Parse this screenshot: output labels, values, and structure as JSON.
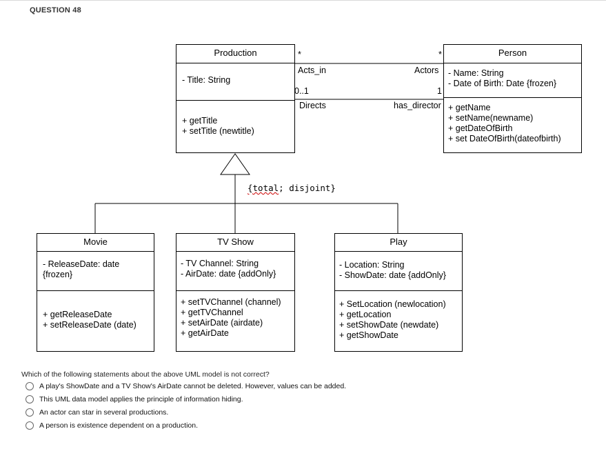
{
  "question_header": "QUESTION 48",
  "classes": {
    "production": {
      "name": "Production",
      "attributes": [
        "- Title: String"
      ],
      "methods": [
        "+ getTitle",
        "+ setTitle (newtitle)"
      ]
    },
    "person": {
      "name": "Person",
      "attributes": [
        "- Name: String",
        "- Date of Birth: Date {frozen}"
      ],
      "methods": [
        "+ getName",
        "+ setName(newname)",
        "+ getDateOfBirth",
        "+ set DateOfBirth(dateofbirth)"
      ]
    },
    "movie": {
      "name": "Movie",
      "attributes": [
        "- ReleaseDate: date",
        "{frozen}"
      ],
      "methods": [
        "+ getReleaseDate",
        "+ setReleaseDate (date)"
      ]
    },
    "tvshow": {
      "name": "TV Show",
      "attributes": [
        "- TV Channel: String",
        "- AirDate: date {addOnly}"
      ],
      "methods": [
        "+ setTVChannel (channel)",
        "+ getTVChannel",
        "+ setAirDate (airdate)",
        "+ getAirDate"
      ]
    },
    "play": {
      "name": "Play",
      "attributes": [
        "- Location: String",
        "- ShowDate: date {addOnly}"
      ],
      "methods": [
        "+ SetLocation (newlocation)",
        "+ getLocation",
        "+ setShowDate (newdate)",
        "+ getShowDate"
      ]
    }
  },
  "associations": {
    "acts_in": {
      "mult_production": "*",
      "mult_person": "*",
      "role_production": "Acts_in",
      "role_person": "Actors"
    },
    "directs": {
      "mult_production": "0..1",
      "mult_person": "1",
      "role_production": "Directs",
      "role_person": "has_director"
    }
  },
  "generalization_constraint": {
    "part1": "{total",
    "part2": "; disjoint}"
  },
  "question": {
    "prompt": "Which of the following statements about the above UML model is not correct?",
    "options": [
      "A play's ShowDate and a TV Show's AirDate cannot be deleted. However, values can be added.",
      "This UML data model applies the principle of information hiding.",
      "An actor can star in several productions.",
      "A person is existence dependent on a production."
    ]
  }
}
